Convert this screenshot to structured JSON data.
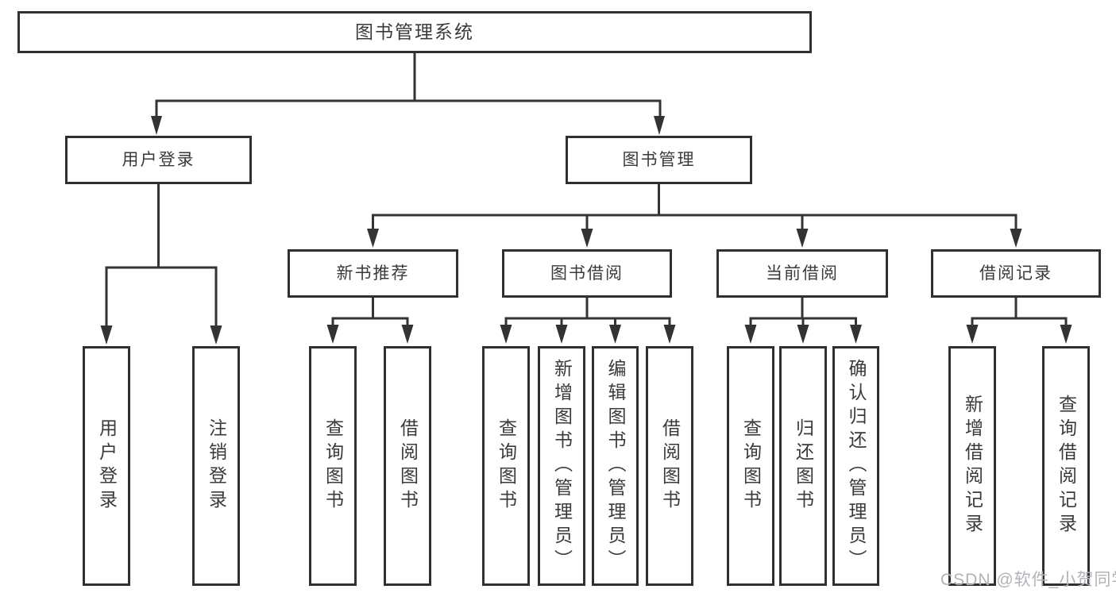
{
  "diagram": {
    "root": {
      "label": "图书管理系统",
      "children": [
        {
          "label": "用户登录",
          "children": [
            {
              "label": "用户登录"
            },
            {
              "label": "注销登录"
            }
          ]
        },
        {
          "label": "图书管理",
          "children": [
            {
              "label": "新书推荐",
              "children": [
                {
                  "label": "查询图书"
                },
                {
                  "label": "借阅图书"
                }
              ]
            },
            {
              "label": "图书借阅",
              "children": [
                {
                  "label": "查询图书"
                },
                {
                  "label": "新增图书（管理员）"
                },
                {
                  "label": "编辑图书（管理员）"
                },
                {
                  "label": "借阅图书"
                }
              ]
            },
            {
              "label": "当前借阅",
              "children": [
                {
                  "label": "查询图书"
                },
                {
                  "label": "归还图书"
                },
                {
                  "label": "确认归还（管理员）"
                }
              ]
            },
            {
              "label": "借阅记录",
              "children": [
                {
                  "label": "新增借阅记录"
                },
                {
                  "label": "查询借阅记录"
                }
              ]
            }
          ]
        }
      ]
    }
  },
  "watermark": {
    "text": "CSDN @软件_小贺同学"
  },
  "colors": {
    "ink": "#303030",
    "line": "#333333",
    "text": "#3a3a3a",
    "wm": "#b0b3b7",
    "bg": "#ffffff"
  }
}
